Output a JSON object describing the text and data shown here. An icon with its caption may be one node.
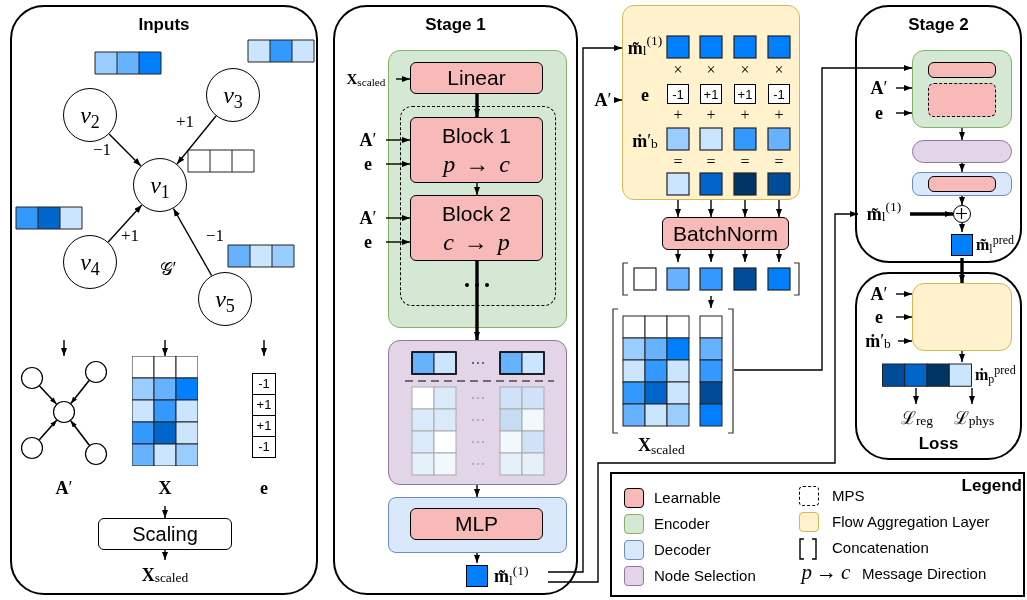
{
  "diagram": {
    "nodes": [
      {
        "text": [
          "Inputs"
        ]
      },
      {
        "text": [
          "*v*$_{2}$"
        ],
        "in": 0
      },
      {
        "text": [
          "*v*$_{3}$"
        ],
        "in": 0
      },
      {
        "text": [
          "*v*$_{1}$"
        ],
        "in": 0
      },
      {
        "text": [
          "*v*$_{4}$"
        ],
        "in": 0
      },
      {
        "text": [
          "*v*$_{5}$"
        ],
        "in": 0
      },
      {
        "text": [],
        "shape": "picture",
        "in": 0,
        "beside": [
          "**A**′"
        ]
      },
      {
        "text": [],
        "shape": "picture",
        "in": 0,
        "beside": [
          "**X**"
        ]
      },
      {
        "text": [
          "-1",
          "+1",
          "+1",
          "-1"
        ],
        "in": 0,
        "beside": [
          "**e**"
        ]
      },
      {
        "text": [
          "Scaling"
        ],
        "in": 0
      },
      {
        "text": [
          "**X**$_{scaled}$"
        ],
        "in": 0
      },
      {
        "text": [
          "Stage 1"
        ]
      },
      {
        "text": [
          "**X**$_{scaled}$"
        ],
        "in": 11
      },
      {
        "text": [
          "**A**′"
        ],
        "in": 11
      },
      {
        "text": [
          "**e**"
        ],
        "in": 11
      },
      {
        "text": [
          "**A**′"
        ],
        "in": 11
      },
      {
        "text": [
          "**e**"
        ],
        "in": 11
      },
      {
        "text": [],
        "shape": "box",
        "in": 11
      },
      {
        "text": [
          "Linear"
        ],
        "in": 17
      },
      {
        "text": [],
        "shape": "box",
        "in": 17
      },
      {
        "text": [
          "Block 1",
          "*p* → *c*"
        ],
        "in": 19
      },
      {
        "text": [
          "Block 2",
          "*c* → *p*"
        ],
        "in": 19
      },
      {
        "text": [],
        "shape": "box",
        "in": 11
      },
      {
        "text": [],
        "shape": "box",
        "in": 11
      },
      {
        "text": [
          "MLP"
        ],
        "in": 23
      },
      {
        "text": [],
        "shape": "box",
        "in": 11,
        "beside": [
          "**m̃**$_{l}$$^{(1)}$"
        ]
      },
      {
        "text": [],
        "shape": "box"
      },
      {
        "text": [
          "**A**′"
        ]
      },
      {
        "text": [
          "BatchNorm"
        ]
      },
      {
        "text": [],
        "shape": "picture"
      },
      {
        "text": [],
        "shape": "picture",
        "beside": [
          "**X**$_{scaled}$"
        ]
      },
      {
        "text": [
          "Stage 2"
        ]
      },
      {
        "text": [],
        "shape": "box",
        "in": 31
      },
      {
        "text": [],
        "shape": "box",
        "in": 32
      },
      {
        "text": [],
        "shape": "box",
        "in": 32
      },
      {
        "text": [
          "**A**′"
        ],
        "in": 31
      },
      {
        "text": [
          "**e**"
        ],
        "in": 31
      },
      {
        "text": [],
        "shape": "box",
        "in": 31
      },
      {
        "text": [],
        "shape": "box",
        "in": 31
      },
      {
        "text": [],
        "shape": "box",
        "in": 38
      },
      {
        "text": [
          "**m̃**$_{l}$$^{(1)}$"
        ],
        "in": 31
      },
      {
        "text": [],
        "shape": "circle",
        "in": 31
      },
      {
        "text": [],
        "shape": "box",
        "in": 31,
        "beside": [
          "**m̃**$_{l}$$^{pred}$"
        ]
      },
      {
        "text": [
          "Loss"
        ]
      },
      {
        "text": [
          "**A**′"
        ],
        "in": 43
      },
      {
        "text": [
          "**e**"
        ],
        "in": 43
      },
      {
        "text": [
          "**ṁ**′$_{b}$"
        ],
        "in": 43
      },
      {
        "text": [],
        "shape": "box",
        "in": 43
      },
      {
        "text": [],
        "shape": "bar",
        "in": 43,
        "beside": [
          "**ṁ**$_{p}$$^{pred}$"
        ]
      },
      {
        "text": [
          "ℒ$_{reg}$"
        ],
        "in": 43
      },
      {
        "text": [
          "ℒ$_{phys}$"
        ],
        "in": 43
      }
    ],
    "edges": [
      {
        "from": 1,
        "to": 3,
        "arrow": "to",
        "label": "−1"
      },
      {
        "from": 2,
        "to": 3,
        "arrow": "to",
        "label": "+1"
      },
      {
        "from": 4,
        "to": 3,
        "arrow": "to",
        "label": "+1"
      },
      {
        "from": 5,
        "to": 3,
        "arrow": "to",
        "label": "−1"
      },
      {
        "from": null,
        "to": 6,
        "arrow": "to"
      },
      {
        "from": null,
        "to": 7,
        "arrow": "to"
      },
      {
        "from": null,
        "to": 8,
        "arrow": "to"
      },
      {
        "from": 7,
        "to": 9,
        "arrow": "to"
      },
      {
        "from": 9,
        "to": 10,
        "arrow": "to"
      },
      {
        "from": 12,
        "to": 18,
        "arrow": "to"
      },
      {
        "from": 13,
        "to": 20,
        "arrow": "to"
      },
      {
        "from": 14,
        "to": 20,
        "arrow": "to"
      },
      {
        "from": 15,
        "to": 21,
        "arrow": "to"
      },
      {
        "from": 16,
        "to": 21,
        "arrow": "to"
      },
      {
        "from": 18,
        "to": 20,
        "arrow": "to",
        "style": "thick"
      },
      {
        "from": 20,
        "to": 21,
        "arrow": "to"
      },
      {
        "from": 21,
        "to": 22,
        "arrow": "to",
        "style": "thick"
      },
      {
        "from": 22,
        "to": 23,
        "arrow": "to"
      },
      {
        "from": 23,
        "to": 25,
        "arrow": "to"
      },
      {
        "from": 25,
        "to": 26,
        "arrow": "to"
      },
      {
        "from": 25,
        "to": 40,
        "arrow": "to"
      },
      {
        "from": 27,
        "to": 26,
        "arrow": "to"
      },
      {
        "from": 26,
        "to": 28,
        "arrow": "to"
      },
      {
        "from": 26,
        "to": 28,
        "arrow": "to"
      },
      {
        "from": 26,
        "to": 28,
        "arrow": "to"
      },
      {
        "from": 26,
        "to": 28,
        "arrow": "to"
      },
      {
        "from": 28,
        "to": 29,
        "arrow": "to"
      },
      {
        "from": 28,
        "to": 29,
        "arrow": "to"
      },
      {
        "from": 28,
        "to": 29,
        "arrow": "to"
      },
      {
        "from": 28,
        "to": 29,
        "arrow": "to"
      },
      {
        "from": 29,
        "to": 30,
        "arrow": "to"
      },
      {
        "from": 30,
        "to": 32,
        "arrow": "to"
      },
      {
        "from": 35,
        "to": 32,
        "arrow": "to"
      },
      {
        "from": 36,
        "to": 32,
        "arrow": "to"
      },
      {
        "from": 32,
        "to": 37,
        "arrow": "to"
      },
      {
        "from": 37,
        "to": 38,
        "arrow": "to"
      },
      {
        "from": 38,
        "to": 41,
        "arrow": "to"
      },
      {
        "from": 40,
        "to": 41,
        "arrow": "to",
        "style": "thick"
      },
      {
        "from": 41,
        "to": 42,
        "arrow": "to"
      },
      {
        "from": 42,
        "to": 47,
        "arrow": "to",
        "style": "thick"
      },
      {
        "from": 44,
        "to": 47,
        "arrow": "to"
      },
      {
        "from": 45,
        "to": 47,
        "arrow": "to"
      },
      {
        "from": 46,
        "to": 47,
        "arrow": "to"
      },
      {
        "from": 47,
        "to": 48,
        "arrow": "to"
      },
      {
        "from": 48,
        "to": 49,
        "arrow": "to"
      },
      {
        "from": 48,
        "to": 50,
        "arrow": "to"
      }
    ],
    "labels": [
      "𝒢′",
      "**m̃**$_{l}$$^{(1)}$",
      "×",
      "×",
      "×",
      "×",
      "**e**",
      "-1",
      "+1",
      "+1",
      "-1",
      "+",
      "+",
      "+",
      "+",
      "**ṁ**′$_{b}$",
      "=",
      "=",
      "=",
      "=",
      "Legend",
      "*p* → *c*"
    ],
    "legend": [
      {
        "text": "Learnable",
        "color": "#f8b9b9"
      },
      {
        "text": "Encoder",
        "color": "#d5e8d4"
      },
      {
        "text": "Decoder",
        "color": "#dae8fc"
      },
      {
        "text": "Node Selection",
        "color": "#e1d5e7"
      },
      {
        "text": "MPS"
      },
      {
        "text": "Flow Aggregation Layer",
        "color": "#fff2cc"
      },
      {
        "text": "Concatenation"
      },
      {
        "text": "Message Direction"
      }
    ]
  }
}
